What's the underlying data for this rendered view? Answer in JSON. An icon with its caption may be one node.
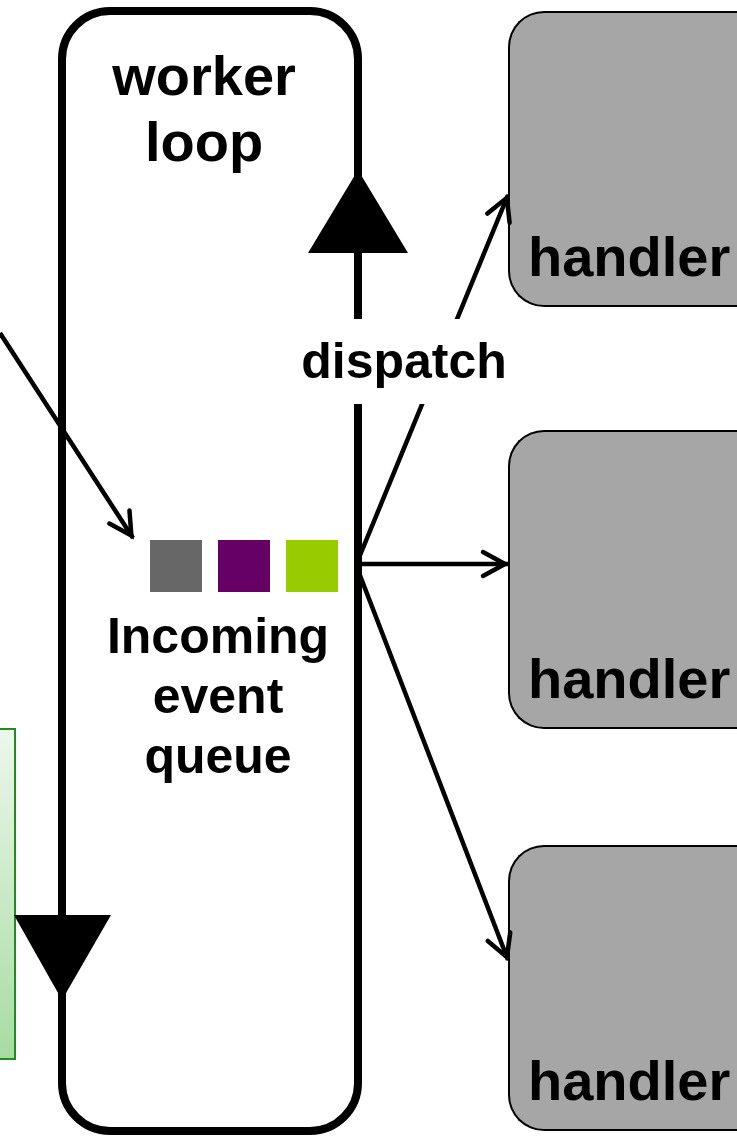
{
  "diagram": {
    "nodes": [
      {
        "text": [
          "worker loop"
        ]
      },
      {
        "text": [
          "Incoming event queue"
        ],
        "in": 0
      },
      {
        "text": [
          "handler"
        ]
      },
      {
        "text": [
          "handler"
        ]
      },
      {
        "text": [
          "handler"
        ]
      },
      {
        "text": [],
        "shape": "box"
      }
    ],
    "edges": [
      {
        "from": null,
        "to": 1,
        "arrow": "to"
      },
      {
        "from": 1,
        "to": 2,
        "arrow": "to",
        "label": "dispatch"
      },
      {
        "from": 1,
        "to": 3,
        "arrow": "to"
      },
      {
        "from": 1,
        "to": 4,
        "arrow": "to"
      }
    ]
  }
}
